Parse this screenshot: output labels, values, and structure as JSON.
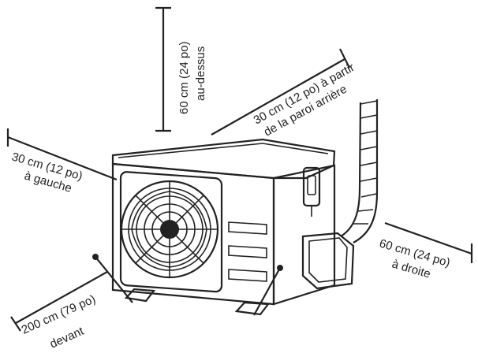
{
  "clearances": {
    "top": {
      "distance": "60 cm (24 po)",
      "side": "au-dessus"
    },
    "back": {
      "distance": "30 cm (12 po) à partir",
      "side": "de la paroi arrière"
    },
    "left": {
      "distance": "30 cm (12 po)",
      "side": "à gauche"
    },
    "right": {
      "distance": "60 cm (24 po)",
      "side": "à droite"
    },
    "front": {
      "distance": "200 cm (79 po)",
      "side": "devant"
    }
  },
  "colors": {
    "ink": "#222222",
    "background": "#ffffff"
  }
}
